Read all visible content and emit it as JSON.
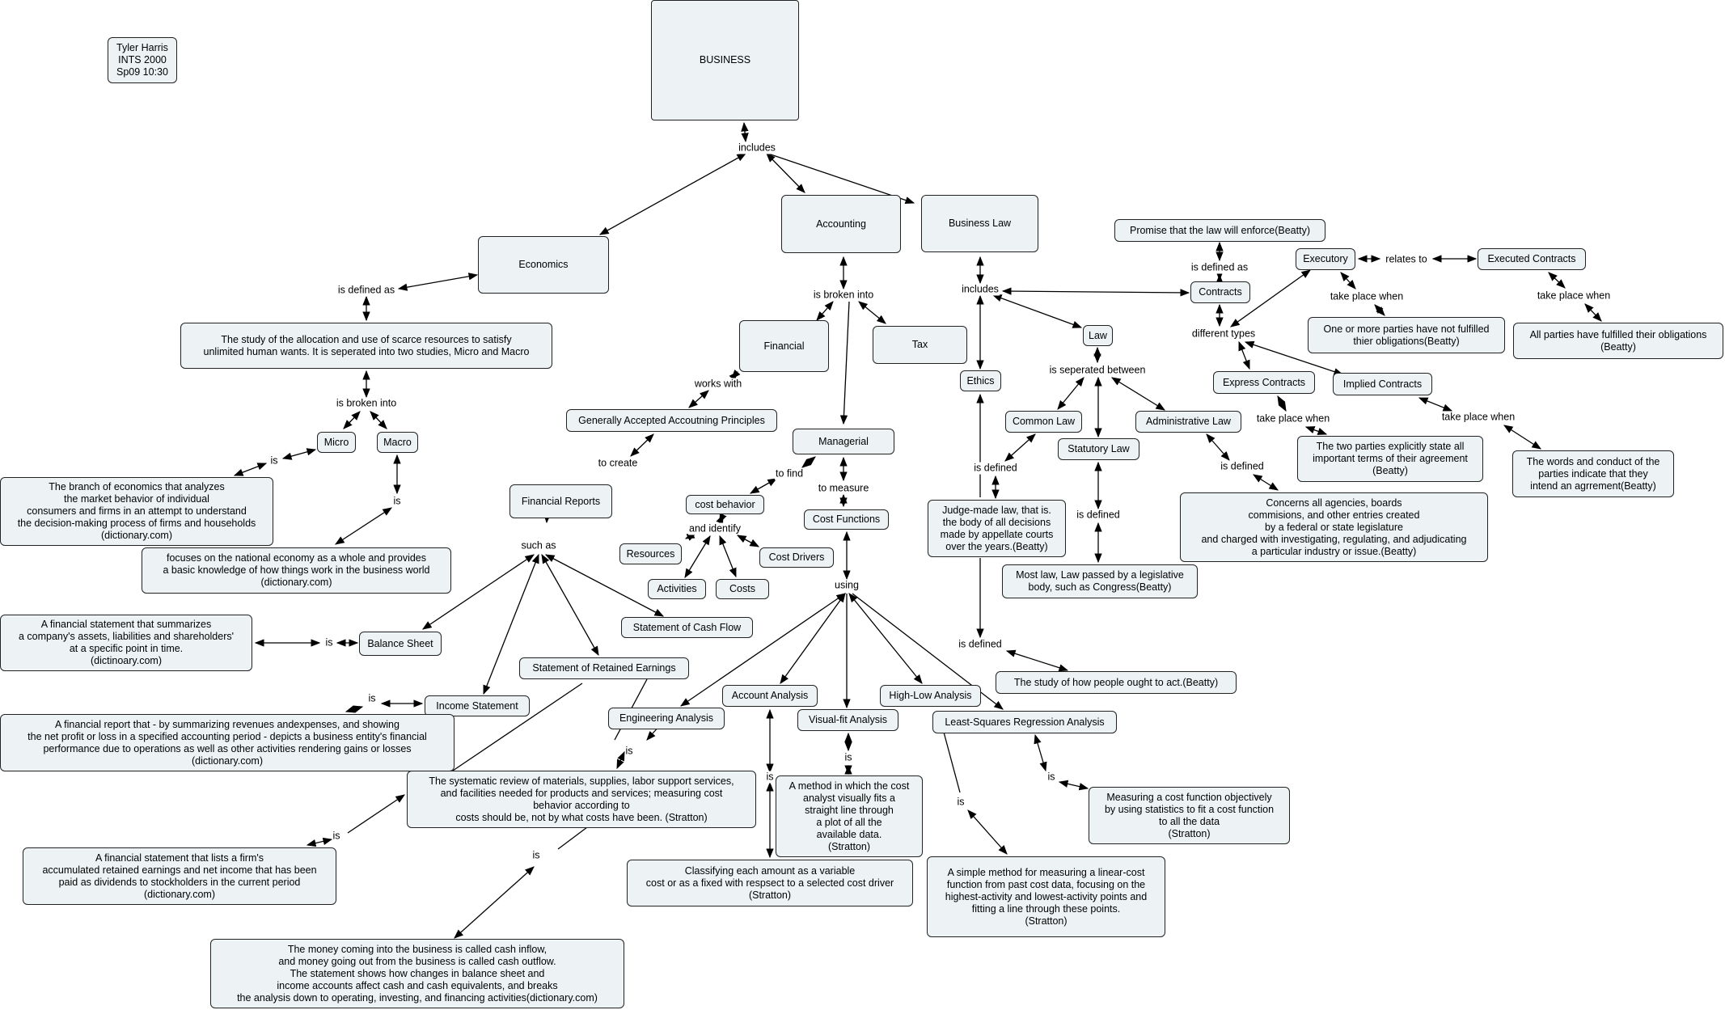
{
  "author": {
    "line1": "Tyler Harris",
    "line2": "INTS 2000",
    "line3": "Sp09 10:30"
  },
  "nodes": {
    "business": "BUSINESS",
    "economics": "Economics",
    "accounting": "Accounting",
    "business_law": "Business Law",
    "econ_def": "The study of the allocation and use of scarce resources to satisfy\nunlimited human wants. It is seperated into two studies, Micro and Macro",
    "micro": "Micro",
    "macro": "Macro",
    "micro_def": "The branch of economics that analyzes\nthe market behavior of individual\nconsumers and firms in an attempt to understand\nthe decision-making process of firms and households\n(dictionary.com)",
    "macro_def": "focuses on the national economy as a whole and provides\na basic knowledge of how things work in the business world\n(dictionary.com)",
    "financial": "Financial",
    "tax": "Tax",
    "gaap": "Generally Accepted Accoutning Principles",
    "managerial": "Managerial",
    "financial_reports": "Financial Reports",
    "cost_behavior": "cost behavior",
    "cost_functions": "Cost Functions",
    "resources": "Resources",
    "cost_drivers": "Cost Drivers",
    "activities": "Activities",
    "costs": "Costs",
    "balance_sheet_def": "A financial statement that summarizes\na company's assets, liabilities and shareholders'\nat a specific point in time.\n(dictinoary.com)",
    "balance_sheet": "Balance Sheet",
    "cash_flow": "Statement of Cash Flow",
    "retained": "Statement of Retained Earnings",
    "income_statement": "Income Statement",
    "income_def": "A financial report that - by summarizing revenues andexpenses, and showing\nthe net profit or loss in a specified accounting period - depicts a business entity's financial\nperformance due to operations as well as other activities rendering gains or losses\n(dictionary.com)",
    "retained_def": "A financial statement that lists a firm's\naccumulated retained earnings and net income that has been\npaid as dividends to stockholders in the current period\n(dictionary.com)",
    "cashflow_def": "The money coming into the business is called cash inflow,\nand money going out from the business is called cash outflow.\nThe statement shows how changes in balance sheet and\nincome accounts affect cash and cash equivalents, and breaks\nthe analysis down to operating, investing, and financing activities(dictionary.com)",
    "engineering": "Engineering Analysis",
    "engineering_def": "The systematic review of materials, supplies, labor support services,\nand facilities needed for products and services; measuring cost\nbehavior according to\ncosts should be, not by what costs have been. (Stratton)",
    "account_analysis": "Account Analysis",
    "account_def": "Classifying each amount as a variable\ncost or as a fixed with respsect to a selected cost driver\n(Stratton)",
    "visual_fit": "Visual-fit Analysis",
    "visual_def": "A method in which the cost\nanalyst visually fits a\nstraight line through\na plot of all the\navailable data.\n(Stratton)",
    "high_low": "High-Low Analysis",
    "highlow_def": "A simple method for measuring a linear-cost\nfunction from past cost data, focusing on the\nhighest-activity and lowest-activity points and\nfitting a line through these points.\n(Stratton)",
    "least_squares": "Least-Squares Regression Analysis",
    "ls_def": "Measuring a cost function objectively\nby using statistics to fit a cost function\nto all the data\n(Stratton)",
    "ethics": "Ethics",
    "ethics_def": "The study of how people ought to act.(Beatty)",
    "law": "Law",
    "common_law": "Common Law",
    "statutory_law": "Statutory Law",
    "admin_law": "Administrative Law",
    "common_def": "Judge-made law, that is.\nthe body of all decisions\nmade by appellate courts\nover the years.(Beatty)",
    "statutory_def": "Most law, Law passed by a legislative\nbody, such as Congress(Beatty)",
    "admin_def": "Concerns all agencies, boards\ncommisions, and other entries created\nby a federal or state legislature\nand charged with investigating, regulating, and adjudicating\na particular industry or issue.(Beatty)",
    "promise": "Promise that the law will enforce(Beatty)",
    "contracts": "Contracts",
    "executory": "Executory",
    "executed": "Executed Contracts",
    "executory_def": "One or more parties have not fulfilled\nthier obligations(Beatty)",
    "executed_def": "All parties have fulfilled their obligations\n(Beatty)",
    "express": "Express Contracts",
    "implied": "Implied Contracts",
    "express_def": "The two parties explicitly state all\nimportant terms of their agreement\n(Beatty)",
    "implied_def": "The words and conduct of the\nparties indicate that they\nintend an agrrement(Beatty)"
  },
  "labels": {
    "includes": "includes",
    "is_defined_as": "is defined as",
    "is_broken_into_econ": "is broken into",
    "is_micro": "is",
    "is_macro": "is",
    "is_broken_into_acc": "is broken into",
    "works_with": "works with",
    "to_create": "to create",
    "such_as": "such as",
    "to_find": "to find",
    "to_measure": "to measure",
    "and_identify": "and identify",
    "using": "using",
    "is_balance": "is",
    "is_income": "is",
    "is_retained": "is",
    "is_cashflow": "is",
    "is_engineering": "is",
    "is_account": "is",
    "is_visual": "is",
    "is_highlow": "is",
    "is_ls": "is",
    "includes_law": "includes",
    "is_defined_ethics": "is defined",
    "is_seperated_between": "is seperated between",
    "is_defined_common": "is defined",
    "is_defined_statutory": "is defined",
    "is_defined_admin": "is defined",
    "is_defined_as_contracts": "is defined as",
    "different_types": "different types",
    "relates_to": "relates to",
    "take_place_when_executory": "take place when",
    "take_place_when_executed": "take place when",
    "take_place_when_express": "take place when",
    "take_place_when_implied": "take place when"
  }
}
